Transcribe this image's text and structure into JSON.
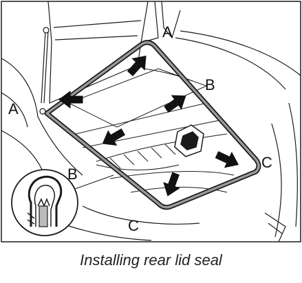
{
  "callouts": {
    "a_top": "A",
    "a_left": "A",
    "b_right": "B",
    "b_left": "B",
    "c_right": "C",
    "c_bottom": "C"
  },
  "caption": "Installing rear lid seal",
  "colors": {
    "line": "#1a1a1a",
    "seal_fill": "#9a9a9a",
    "arrow_fill": "#111111"
  }
}
